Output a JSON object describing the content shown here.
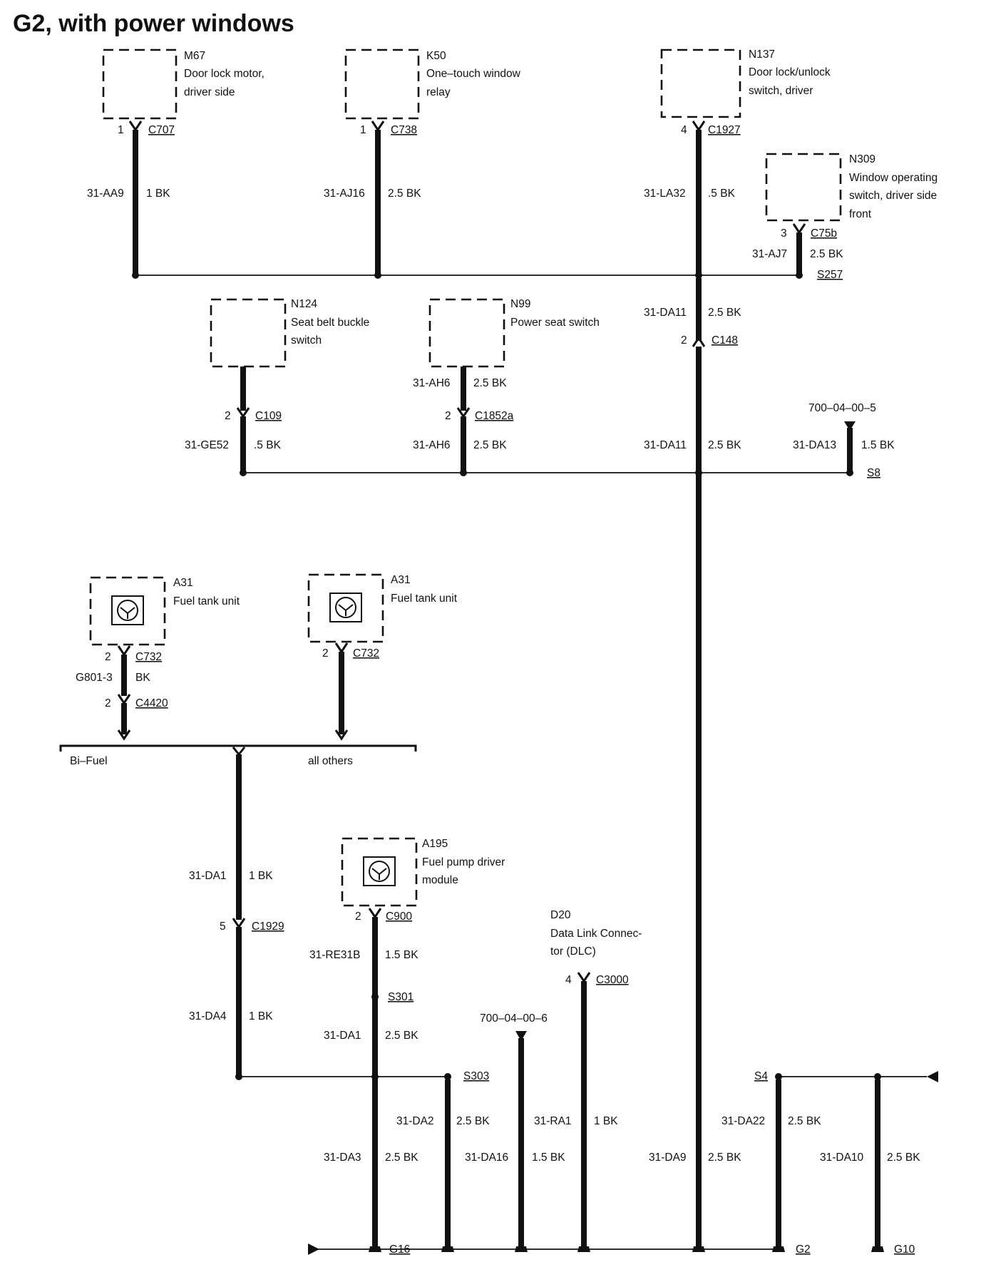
{
  "title": "G2, with power windows",
  "components": {
    "m67": {
      "id": "M67",
      "line1": "Door lock motor,",
      "line2": "driver side",
      "pin": "1",
      "connector": "C707",
      "circuit": "31-AA9",
      "wire": "1 BK"
    },
    "k50": {
      "id": "K50",
      "line1": "One–touch window",
      "line2": "relay",
      "pin": "1",
      "connector": "C738",
      "circuit": "31-AJ16",
      "wire": "2.5 BK"
    },
    "n137": {
      "id": "N137",
      "line1": "Door lock/unlock",
      "line2": "switch, driver",
      "pin": "4",
      "connector": "C1927",
      "circuit": "31-LA32",
      "wire": ".5 BK"
    },
    "n309": {
      "id": "N309",
      "line1": "Window operating",
      "line2": "switch, driver side",
      "line3": "front",
      "pin": "3",
      "connector": "C75b",
      "circuit": "31-AJ7",
      "wire": "2.5 BK"
    },
    "n124": {
      "id": "N124",
      "line1": "Seat belt buckle",
      "line2": "switch",
      "pin": "2",
      "connector": "C109",
      "circuit": "31-GE52",
      "wire": ".5 BK"
    },
    "n99": {
      "id": "N99",
      "line1": "Power seat switch",
      "circuit_upper": "31-AH6",
      "wire_upper": "2.5 BK",
      "pin": "2",
      "connector": "C1852a",
      "circuit": "31-AH6",
      "wire": "2.5 BK"
    },
    "a31_left": {
      "id": "A31",
      "line1": "Fuel tank unit",
      "pin": "2",
      "connector": "C732",
      "circuit": "G801-3",
      "wire": "BK",
      "pin2": "2",
      "connector2": "C4420"
    },
    "a31_right": {
      "id": "A31",
      "line1": "Fuel tank unit",
      "pin": "2",
      "connector": "C732"
    },
    "a195": {
      "id": "A195",
      "line1": "Fuel pump driver",
      "line2": "module",
      "pin": "2",
      "connector": "C900",
      "circuit": "31-RE31B",
      "wire": "1.5 BK"
    },
    "d20": {
      "id": "D20",
      "line1": "Data Link Connec-",
      "line2": "tor (DLC)",
      "pin": "4",
      "connector": "C3000"
    }
  },
  "splices": {
    "s257": "S257",
    "s8": "S8",
    "s301": "S301",
    "s303": "S303",
    "s4": "S4"
  },
  "grounds": {
    "g16": "G16",
    "g2": "G2",
    "g10": "G10"
  },
  "references": {
    "ref5": "700–04–00–5",
    "ref6": "700–04–00–6"
  },
  "labels": {
    "bifuel": "Bi–Fuel",
    "allothers": "all others",
    "c148_pin": "2",
    "c148": "C148",
    "da11_upper_circuit": "31-DA11",
    "da11_upper_wire": "2.5 BK",
    "da11_lower_circuit": "31-DA11",
    "da11_lower_wire": "2.5 BK",
    "da13_circuit": "31-DA13",
    "da13_wire": "1.5 BK",
    "c1929_pin": "5",
    "c1929": "C1929",
    "da1_circuit": "31-DA1",
    "da1_wire": "1 BK",
    "da4_circuit": "31-DA4",
    "da4_wire": "1 BK",
    "da1b_circuit": "31-DA1",
    "da1b_wire": "2.5 BK",
    "da3_circuit": "31-DA3",
    "da3_wire": "2.5 BK",
    "da2_circuit": "31-DA2",
    "da2_wire": "2.5 BK",
    "da16_circuit": "31-DA16",
    "da16_wire": "1.5 BK",
    "ra1_circuit": "31-RA1",
    "ra1_wire": "1 BK",
    "da9_circuit": "31-DA9",
    "da9_wire": "2.5 BK",
    "da22_circuit": "31-DA22",
    "da22_wire": "2.5 BK",
    "da10_circuit": "31-DA10",
    "da10_wire": "2.5 BK"
  }
}
